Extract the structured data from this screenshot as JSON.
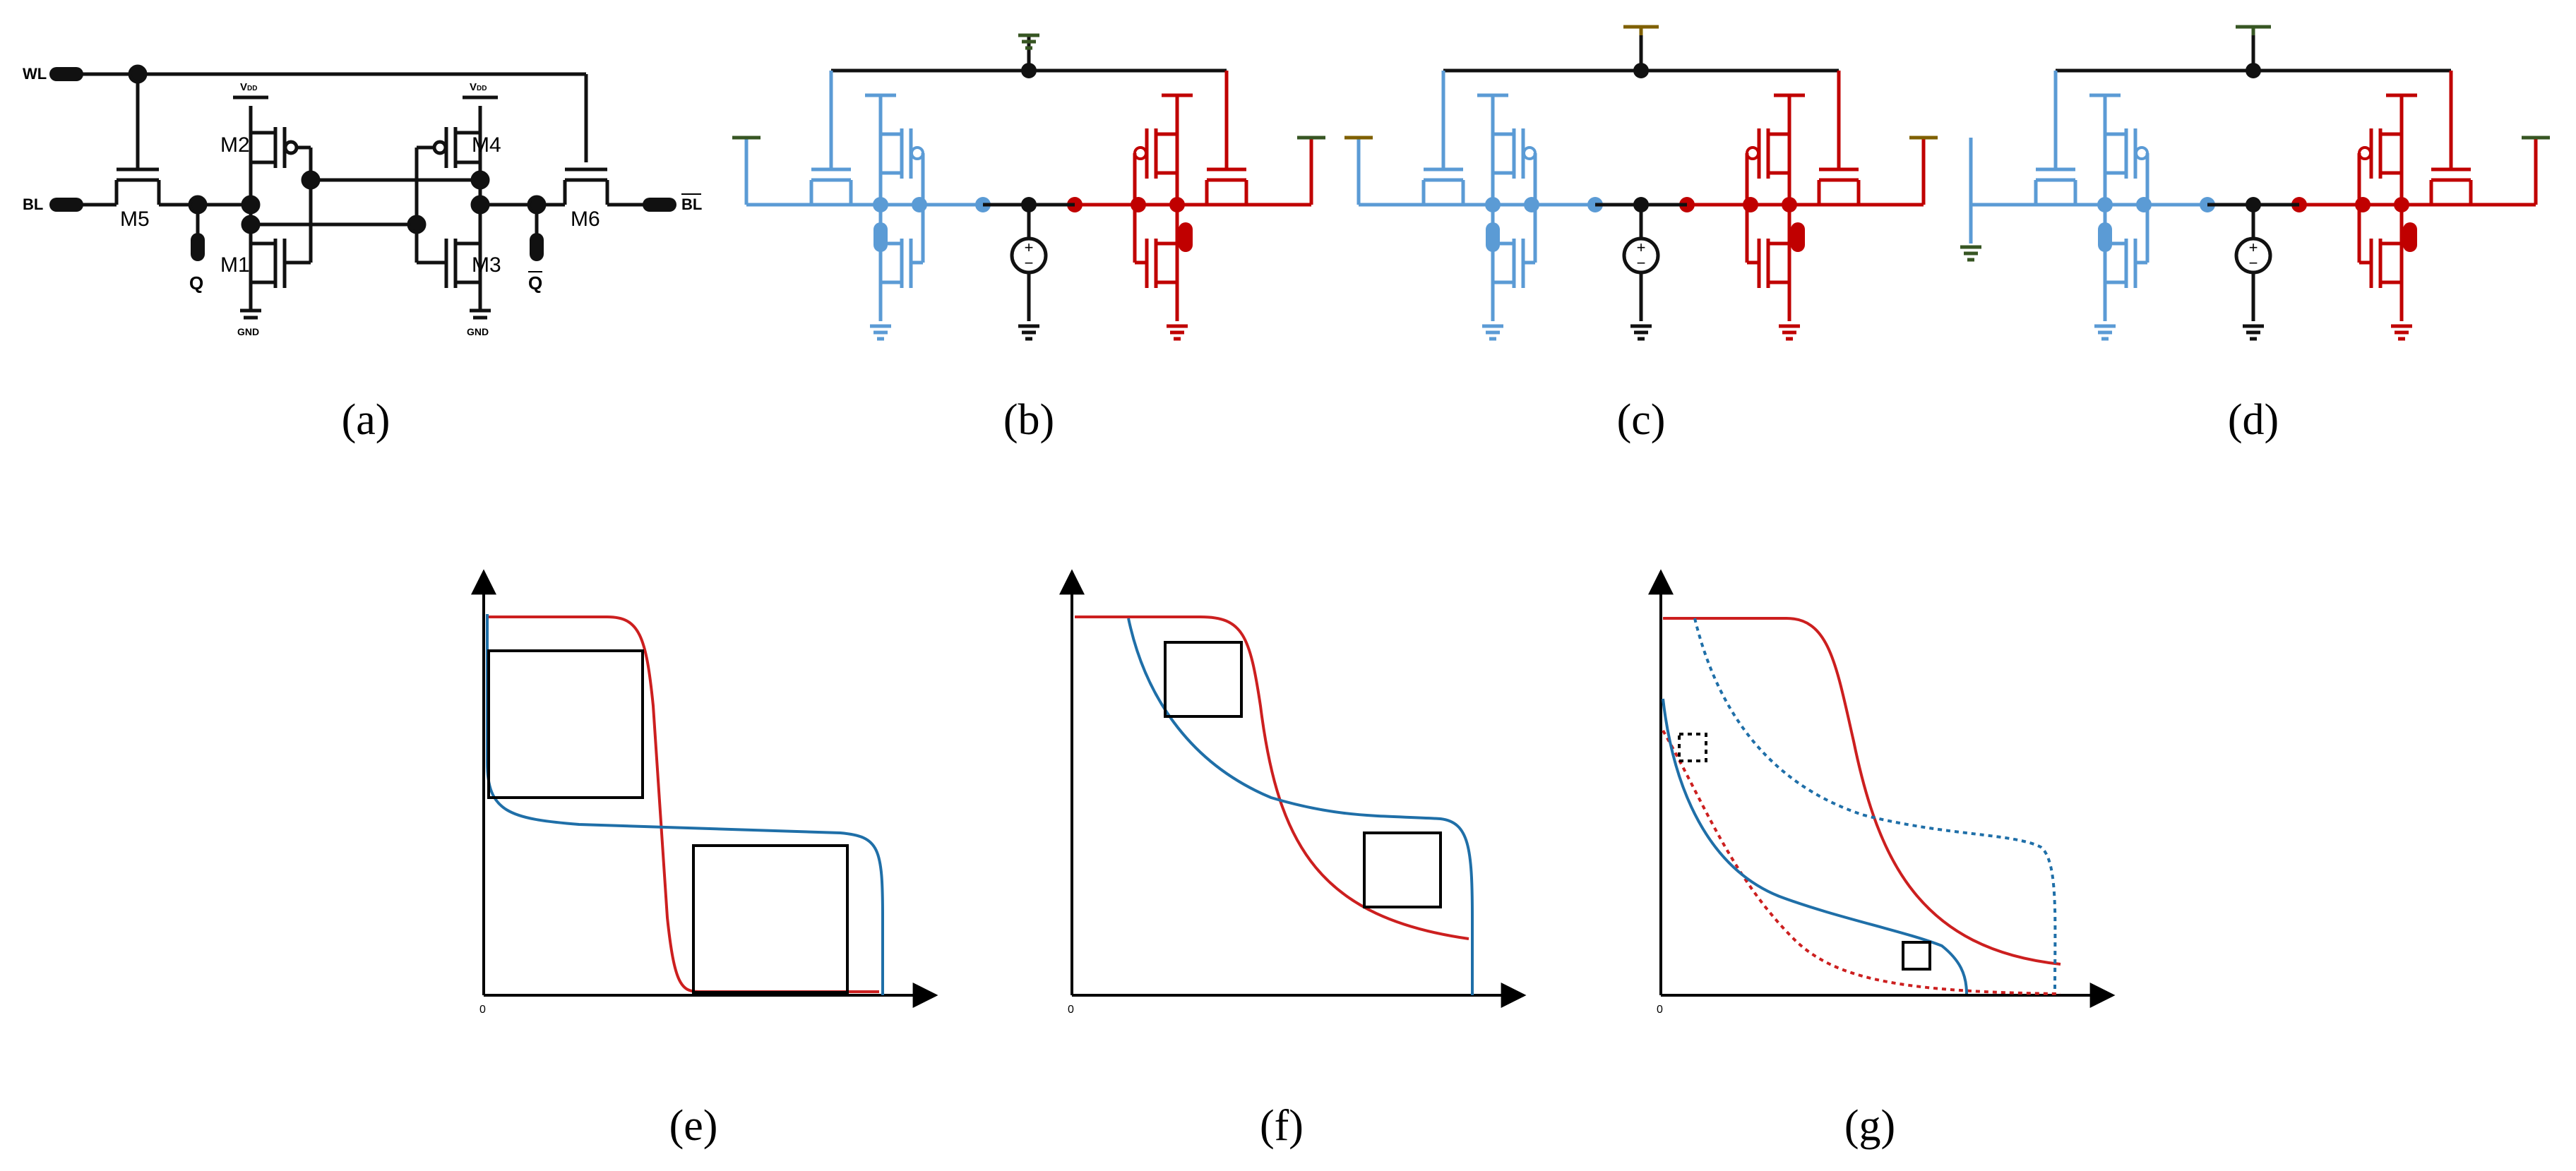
{
  "colors": {
    "left": "#5b9bd5",
    "right": "#c00000",
    "core": "#111111",
    "bitline_gnd": "#375623",
    "bitline_mid": "#7f6000",
    "curve_blue": "#1f6fa8",
    "curve_red": "#cc1f1f"
  },
  "schematic_a": {
    "wl": "WL",
    "bl": "BL",
    "blb": "BL",
    "q": "Q",
    "qb": "Q",
    "vdd": "V",
    "vdd_sub": "DD",
    "gnd": "GND",
    "transistors": [
      "M1",
      "M2",
      "M3",
      "M4",
      "M5",
      "M6"
    ]
  },
  "captions": {
    "a": "(a)",
    "b": "(b)",
    "c": "(c)",
    "d": "(d)",
    "e": "(e)",
    "f": "(f)",
    "g": "(g)"
  },
  "source_labels": {
    "plus": "+",
    "minus": "−"
  },
  "plots": {
    "e": {
      "origin_label": "0"
    },
    "f": {
      "origin_label": "0"
    },
    "g": {
      "origin_label": "0"
    }
  }
}
